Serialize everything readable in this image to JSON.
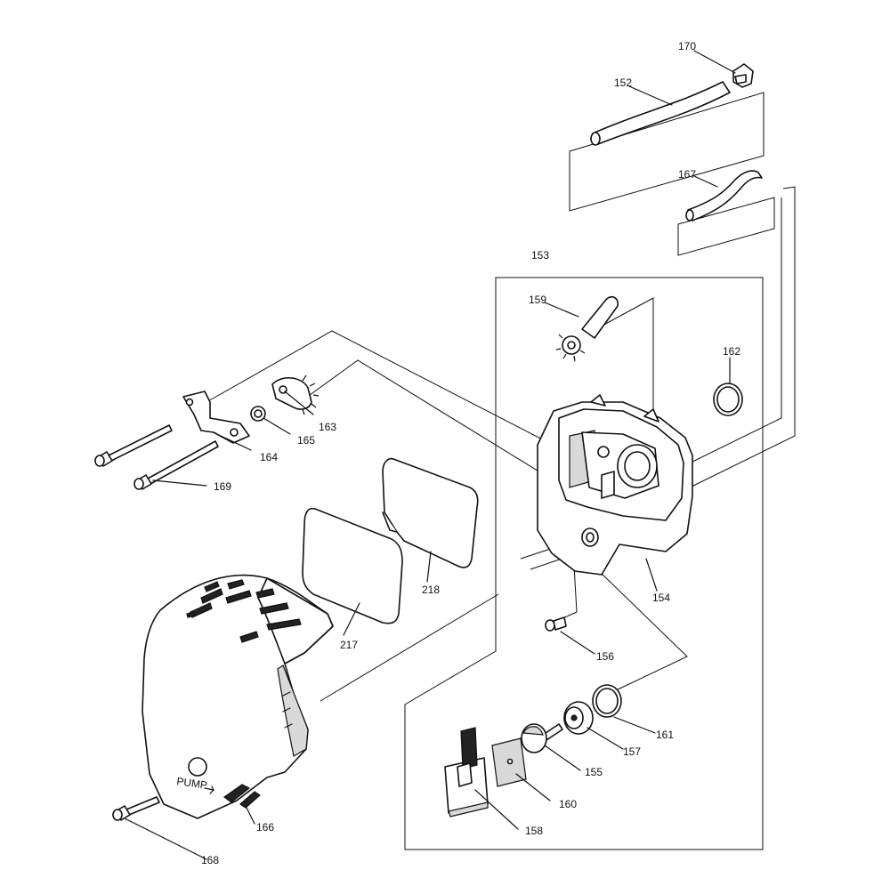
{
  "callouts": {
    "p152": "152",
    "p153": "153",
    "p154": "154",
    "p155": "155",
    "p156": "156",
    "p157": "157",
    "p158": "158",
    "p159": "159",
    "p160": "160",
    "p161": "161",
    "p162": "162",
    "p163": "163",
    "p164": "164",
    "p165": "165",
    "p166": "166",
    "p167": "167",
    "p168": "168",
    "p169": "169",
    "p170": "170",
    "p217": "217",
    "p218": "218"
  },
  "cover_text": {
    "pump": "PUMP"
  }
}
